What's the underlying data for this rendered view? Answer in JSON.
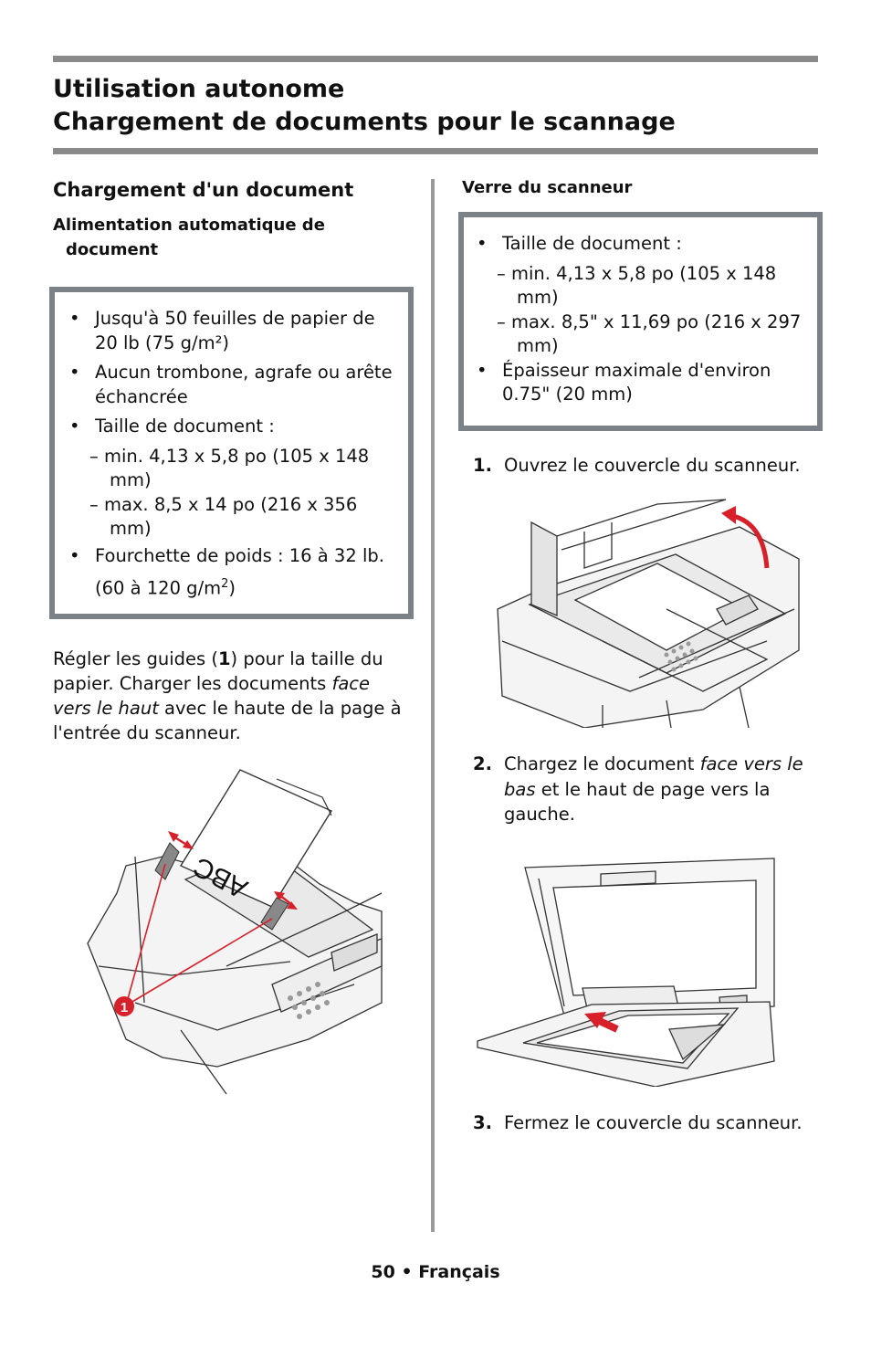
{
  "header": {
    "title_line1": "Utilisation autonome",
    "title_line2": "Chargement de documents pour le scannage"
  },
  "left": {
    "heading": "Chargement d'un document",
    "subheading_line1": "Alimentation automatique de",
    "subheading_line2": "document",
    "box_items": [
      "Jusqu'à 50 feuilles de papier de 20 lb (75 g/m²)",
      "Aucun trombone, agrafe ou arête échancrée",
      "Taille de document :",
      "– min. 4,13 x 5,8 po (105 x 148 mm)",
      "– max. 8,5 x 14 po (216 x 356 mm)",
      "Fourchette de poids : 16 à 32 lb. (60 à 120 g/m",
      "2",
      ")"
    ],
    "para": {
      "p1": "Régler les guides (",
      "p1b": "1",
      "p2": ") pour la taille du papier. Charger les documents ",
      "p2i": "face vers le haut",
      "p3": " avec le haute de la page à l'entrée du scanneur."
    },
    "figure": {
      "doc_label": "ABC",
      "callout": "1"
    }
  },
  "right": {
    "heading": "Verre du scanneur",
    "box_items": [
      "Taille de document :",
      "– min. 4,13 x 5,8 po (105 x 148 mm)",
      "– max. 8,5\" x 11,69 po (216 x 297 mm)",
      "Épaisseur maximale d'environ 0.75\" (20 mm)"
    ],
    "steps": [
      {
        "num": "1.",
        "text": "Ouvrez le couvercle du scanneur."
      },
      {
        "num": "2.",
        "text_a": "Chargez le document ",
        "text_i": "face vers le bas",
        "text_b": " et le haut de page vers la gauche."
      },
      {
        "num": "3.",
        "text": "Fermez le couvercle du scanneur."
      }
    ]
  },
  "footer": {
    "page": "50",
    "sep": "•",
    "lang": "Français"
  },
  "colors": {
    "rule": "#8a8a8a",
    "box_border": "#7a8288",
    "accent_red": "#d8202a"
  }
}
